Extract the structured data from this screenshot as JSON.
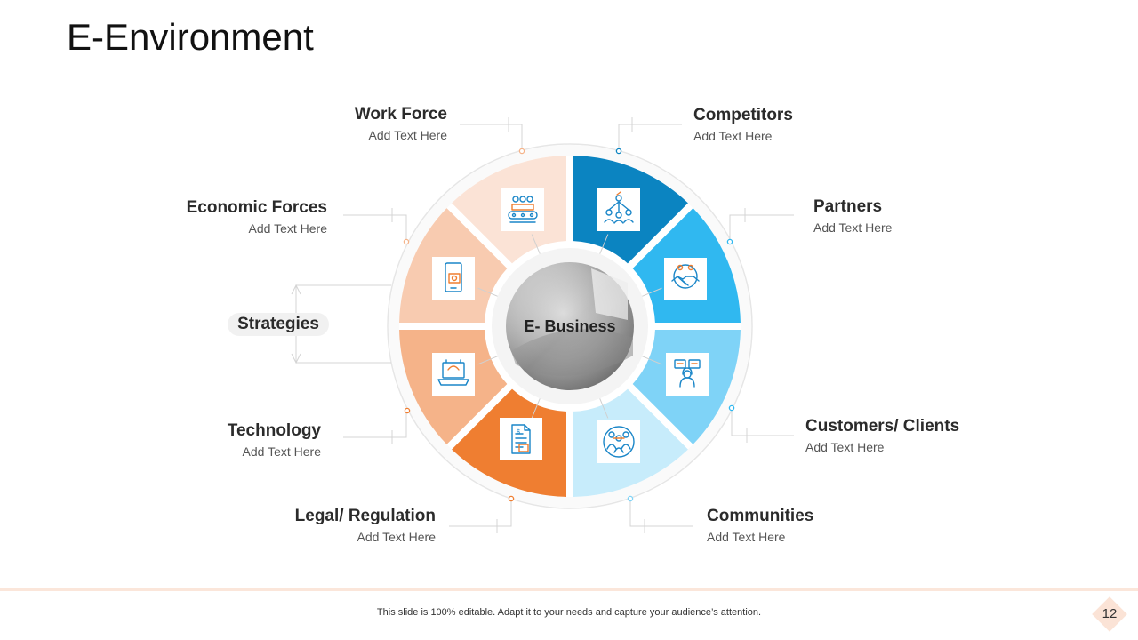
{
  "title": "E-Environment",
  "center_label": "E- Business",
  "strategies": "Strategies",
  "sections": [
    {
      "key": "work-force",
      "title": "Work Force",
      "subtitle": "Add Text Here",
      "color": "#fbe3d6",
      "icon": "factory-workers-icon"
    },
    {
      "key": "competitors",
      "title": "Competitors",
      "subtitle": "Add Text Here",
      "color": "#0b84c1",
      "icon": "network-people-icon"
    },
    {
      "key": "partners",
      "title": "Partners",
      "subtitle": "Add Text Here",
      "color": "#30b8f0",
      "icon": "handshake-icon"
    },
    {
      "key": "customers-clients",
      "title": "Customers/ Clients",
      "subtitle": "Add Text Here",
      "color": "#7fd3f7",
      "icon": "customer-support-icon"
    },
    {
      "key": "communities",
      "title": "Communities",
      "subtitle": "Add Text Here",
      "color": "#c7ecfb",
      "icon": "community-group-icon"
    },
    {
      "key": "legal-regulation",
      "title": "Legal/ Regulation",
      "subtitle": "Add Text Here",
      "color": "#ef7e31",
      "icon": "legal-document-icon"
    },
    {
      "key": "technology",
      "title": "Technology",
      "subtitle": "Add Text Here",
      "color": "#f5b389",
      "icon": "laptop-icon"
    },
    {
      "key": "economic-forces",
      "title": "Economic Forces",
      "subtitle": "Add Text Here",
      "color": "#f8cbb0",
      "icon": "money-phone-icon"
    }
  ],
  "footer": "This slide is 100% editable. Adapt it to your needs and capture your audience’s attention.",
  "page_number": "12"
}
